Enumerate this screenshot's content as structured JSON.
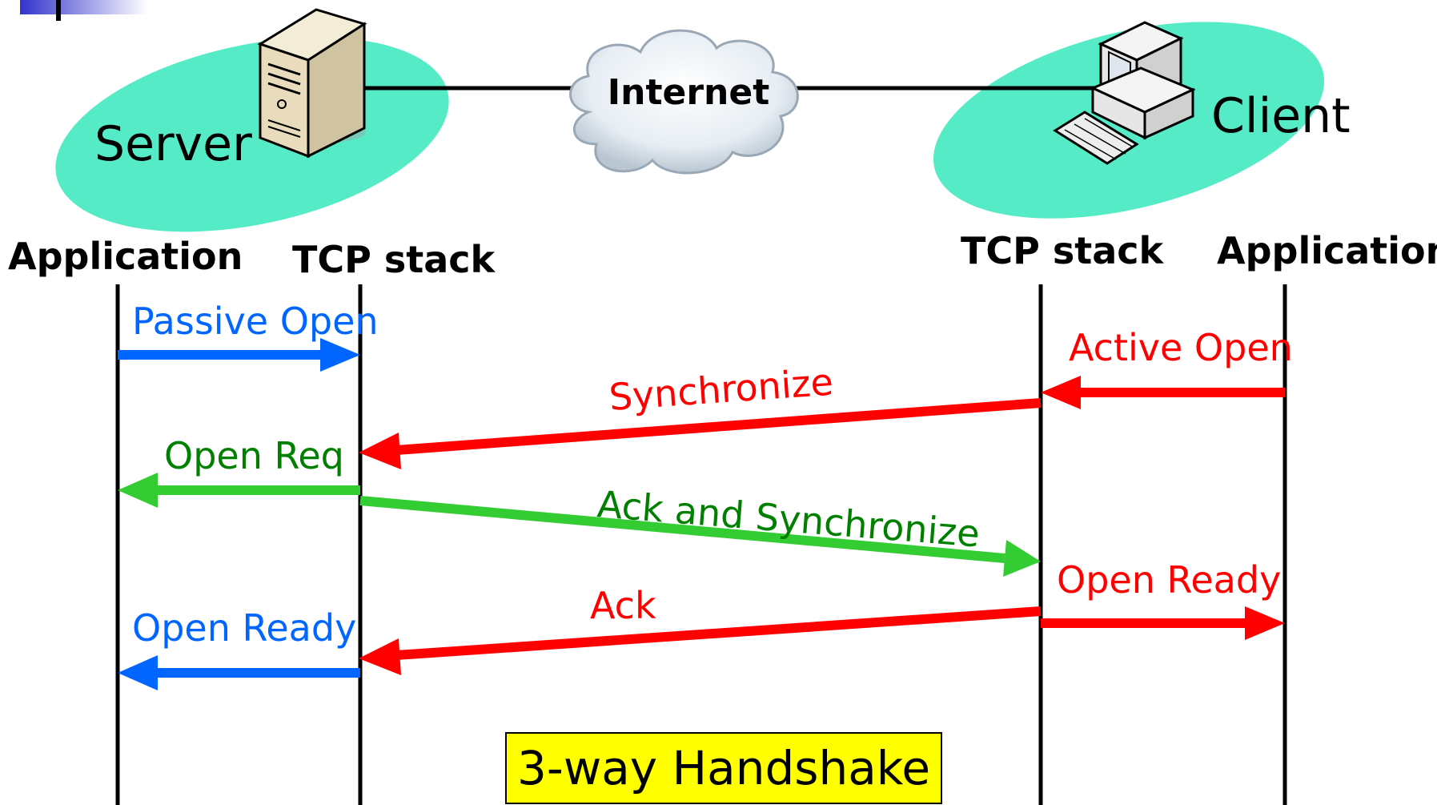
{
  "network": {
    "server_label": "Server",
    "client_label": "Client",
    "internet_label": "Internet"
  },
  "columns": {
    "server_app": "Application",
    "server_tcp": "TCP stack",
    "client_tcp": "TCP stack",
    "client_app": "Application"
  },
  "messages": {
    "passive_open": "Passive Open",
    "active_open": "Active Open",
    "synchronize": "Synchronize",
    "open_req": "Open Req",
    "ack_and_synchronize": "Ack and Synchronize",
    "open_ready_client": "Open Ready",
    "ack": "Ack",
    "open_ready_server": "Open Ready"
  },
  "caption": "3-way Handshake",
  "colors": {
    "blue": "#0066ff",
    "red": "#ff0000",
    "green": "#33cc33",
    "green_text": "#008000",
    "ellipse": "#55ebc6",
    "caption_bg": "#ffff00"
  }
}
